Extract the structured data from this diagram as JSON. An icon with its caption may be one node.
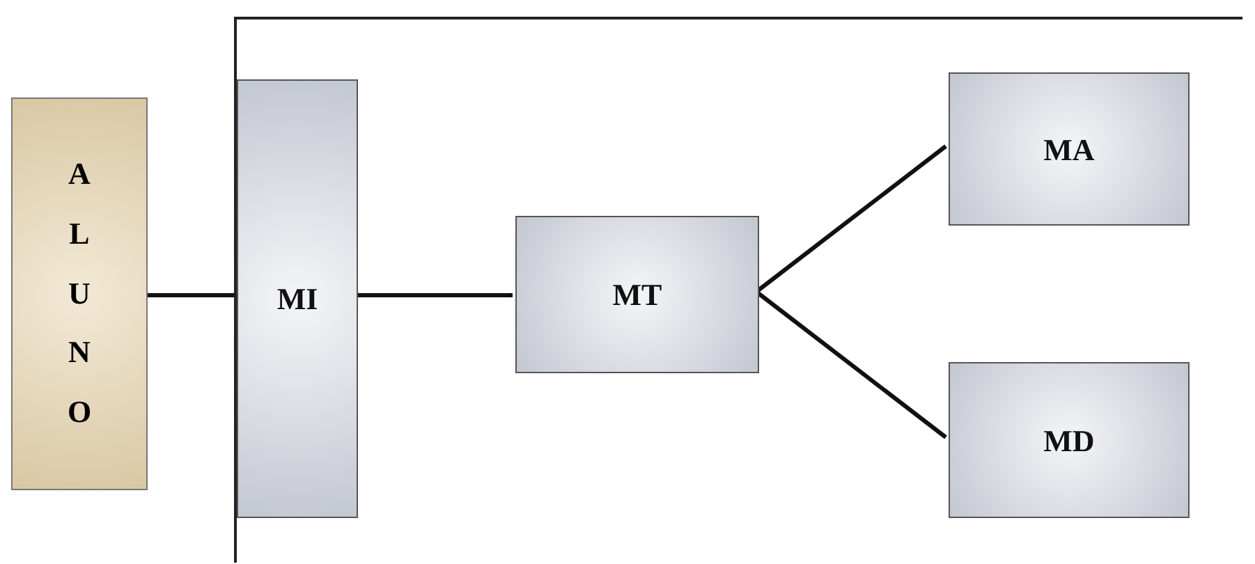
{
  "diagram": {
    "nodes": [
      {
        "text": [],
        "shape": "box"
      },
      {
        "text": [
          "ALUNO"
        ]
      },
      {
        "text": [
          "MI"
        ],
        "in": 0
      },
      {
        "text": [
          "MT"
        ],
        "in": 0
      },
      {
        "text": [
          "MA"
        ],
        "in": 0
      },
      {
        "text": [
          "MD"
        ],
        "in": 0
      }
    ],
    "edges": [
      {
        "from": 1,
        "to": 2,
        "arrow": "none"
      },
      {
        "from": 2,
        "to": 3,
        "arrow": "none"
      },
      {
        "from": 3,
        "to": 4,
        "arrow": "none"
      },
      {
        "from": 3,
        "to": 5,
        "arrow": "none"
      }
    ]
  }
}
